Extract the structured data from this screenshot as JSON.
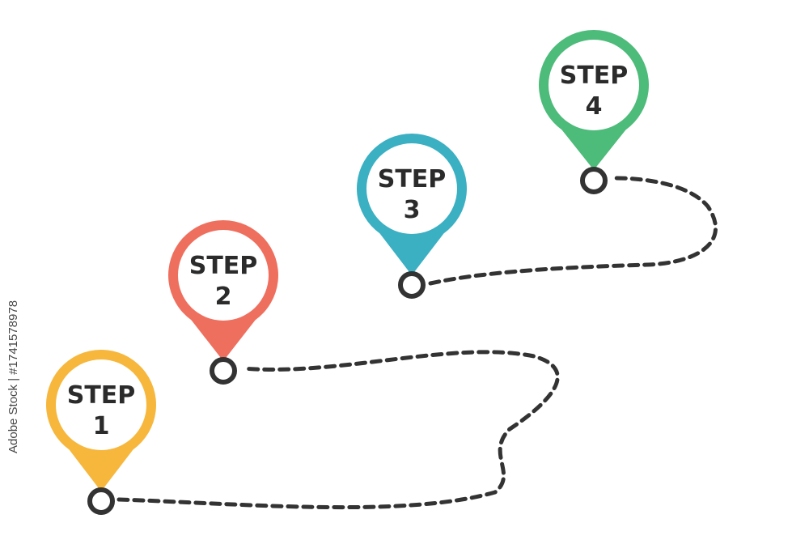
{
  "steps": [
    {
      "word": "STEP",
      "number": "1",
      "color": "#f6b73c"
    },
    {
      "word": "STEP",
      "number": "2",
      "color": "#ef6f5e"
    },
    {
      "word": "STEP",
      "number": "3",
      "color": "#3ab0c2"
    },
    {
      "word": "STEP",
      "number": "4",
      "color": "#4dbb7a"
    }
  ],
  "path": {
    "color": "#333333"
  },
  "watermark": "Adobe Stock | #1741578978"
}
